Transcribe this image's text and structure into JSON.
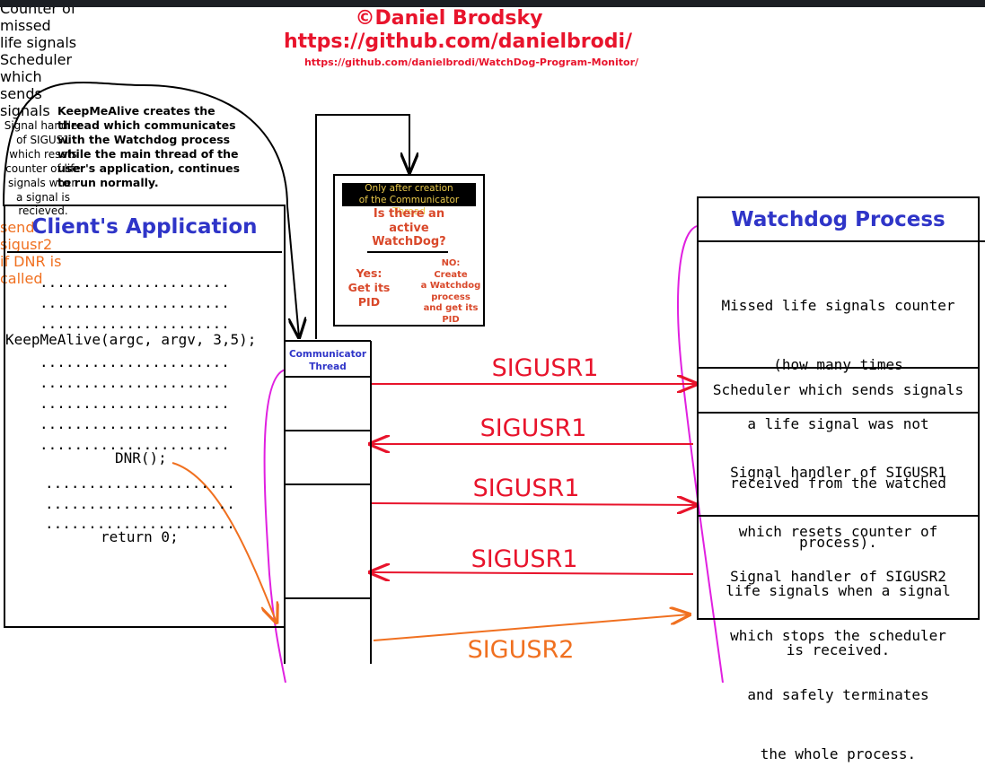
{
  "header": {
    "copyright": "©Daniel Brodsky",
    "github": "https://github.com/danielbrodi/",
    "repo": "https://github.com/danielbrodi/WatchDog-Program-Monitor/"
  },
  "note": {
    "text": "KeepMeAlive creates the thread which communicates with the Watchdog process while the main thread of the user's application, continues to run normally."
  },
  "client": {
    "title": "Client's Application",
    "code": {
      "dots_long": "......................",
      "dots_short": "....................",
      "keep_me_alive": "KeepMeAlive(argc, argv, 3,5);",
      "dnr": "DNR();",
      "return": "return 0;"
    }
  },
  "decision": {
    "banner_line1": "Only after creation",
    "banner_line2": "of the Communicator Thread",
    "question_line1": "Is there an",
    "question_line2": "active",
    "question_line3": "WatchDog?",
    "yes_line1": "Yes:",
    "yes_line2": "Get its",
    "yes_line3": "PID",
    "no_line1": "NO:",
    "no_line2": "Create",
    "no_line3": "a Watchdog",
    "no_line4": "process",
    "no_line5": "and get its",
    "no_line6": "PID"
  },
  "thread": {
    "title_line1": "Communicator",
    "title_line2": "Thread",
    "counter_line1": "Counter of",
    "counter_line2": "missed",
    "counter_line3": "life signals",
    "scheduler_line1": "Scheduler",
    "scheduler_line2": "which",
    "scheduler_line3": "sends signals",
    "handler_line1": "Signal handler",
    "handler_line2": "of SIGUS1",
    "handler_line3": "which resets",
    "handler_line4": "counter of life",
    "handler_line5": "signals when",
    "handler_line6": "a signal is",
    "handler_line7": "recieved.",
    "send_line1": "send sigusr2",
    "send_line2": "if DNR is",
    "send_line3": "called"
  },
  "watchdog": {
    "title": "Watchdog Process",
    "counter_line1": "Missed life signals counter",
    "counter_line2": "(how many times",
    "counter_line3": "a life signal was not",
    "counter_line4": "received from the watched",
    "counter_line5": "process).",
    "scheduler": "Scheduler which sends signals",
    "h1_line1": "Signal handler of SIGUSR1",
    "h1_line2": "which resets counter of",
    "h1_line3": "life signals when a signal",
    "h1_line4": "is received.",
    "h2_line1": "Signal handler of SIGUSR2",
    "h2_line2": "which stops the scheduler",
    "h2_line3": "and safely terminates",
    "h2_line4": "the whole process."
  },
  "signals": {
    "s1": "SIGUSR1",
    "s2": "SIGUSR1",
    "s3": "SIGUSR1",
    "s4": "SIGUSR1",
    "s5": "SIGUSR2"
  },
  "colors": {
    "red": "#e8142c",
    "orange": "#f07020",
    "blue": "#2f35c8",
    "magenta": "#e020e0",
    "decision_text": "#d9482a",
    "banner_bg": "#000000",
    "banner_text": "#e8c84a"
  }
}
